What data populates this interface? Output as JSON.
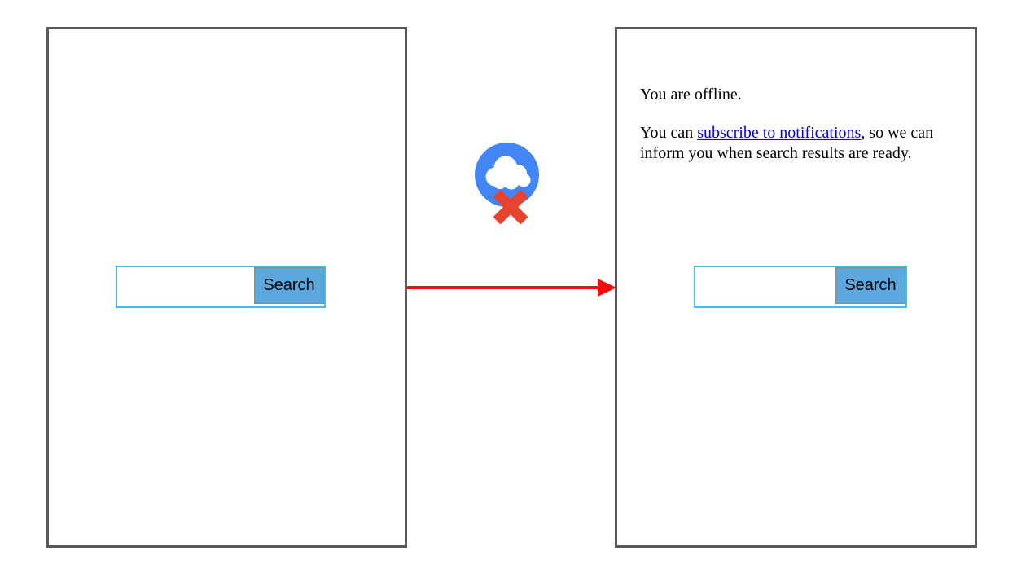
{
  "colors": {
    "frame_border": "#595959",
    "input_border": "#41BFE3",
    "button_bg": "#5BA8DE",
    "button_border": "#8A8A8A",
    "arrow_red": "#F20D0D",
    "icon_circle_blue": "#4285F4",
    "icon_cloud_white": "#FFFFFF",
    "icon_x_red": "#E8432F",
    "link_blue": "#0000EE",
    "text_black": "#000000"
  },
  "left_screen": {
    "search_input_value": "",
    "search_button_label": "Search"
  },
  "connector": {
    "offline_icon": "cloud-with-x-offline",
    "arrow_icon": "red-right-arrow"
  },
  "right_screen": {
    "offline_message": "You are offline.",
    "notify_text_before_link": "You can ",
    "notify_link_label": "subscribe to notifications",
    "notify_text_after_link": ", so we can inform you when search results are ready.",
    "search_input_value": "",
    "search_button_label": "Search"
  }
}
